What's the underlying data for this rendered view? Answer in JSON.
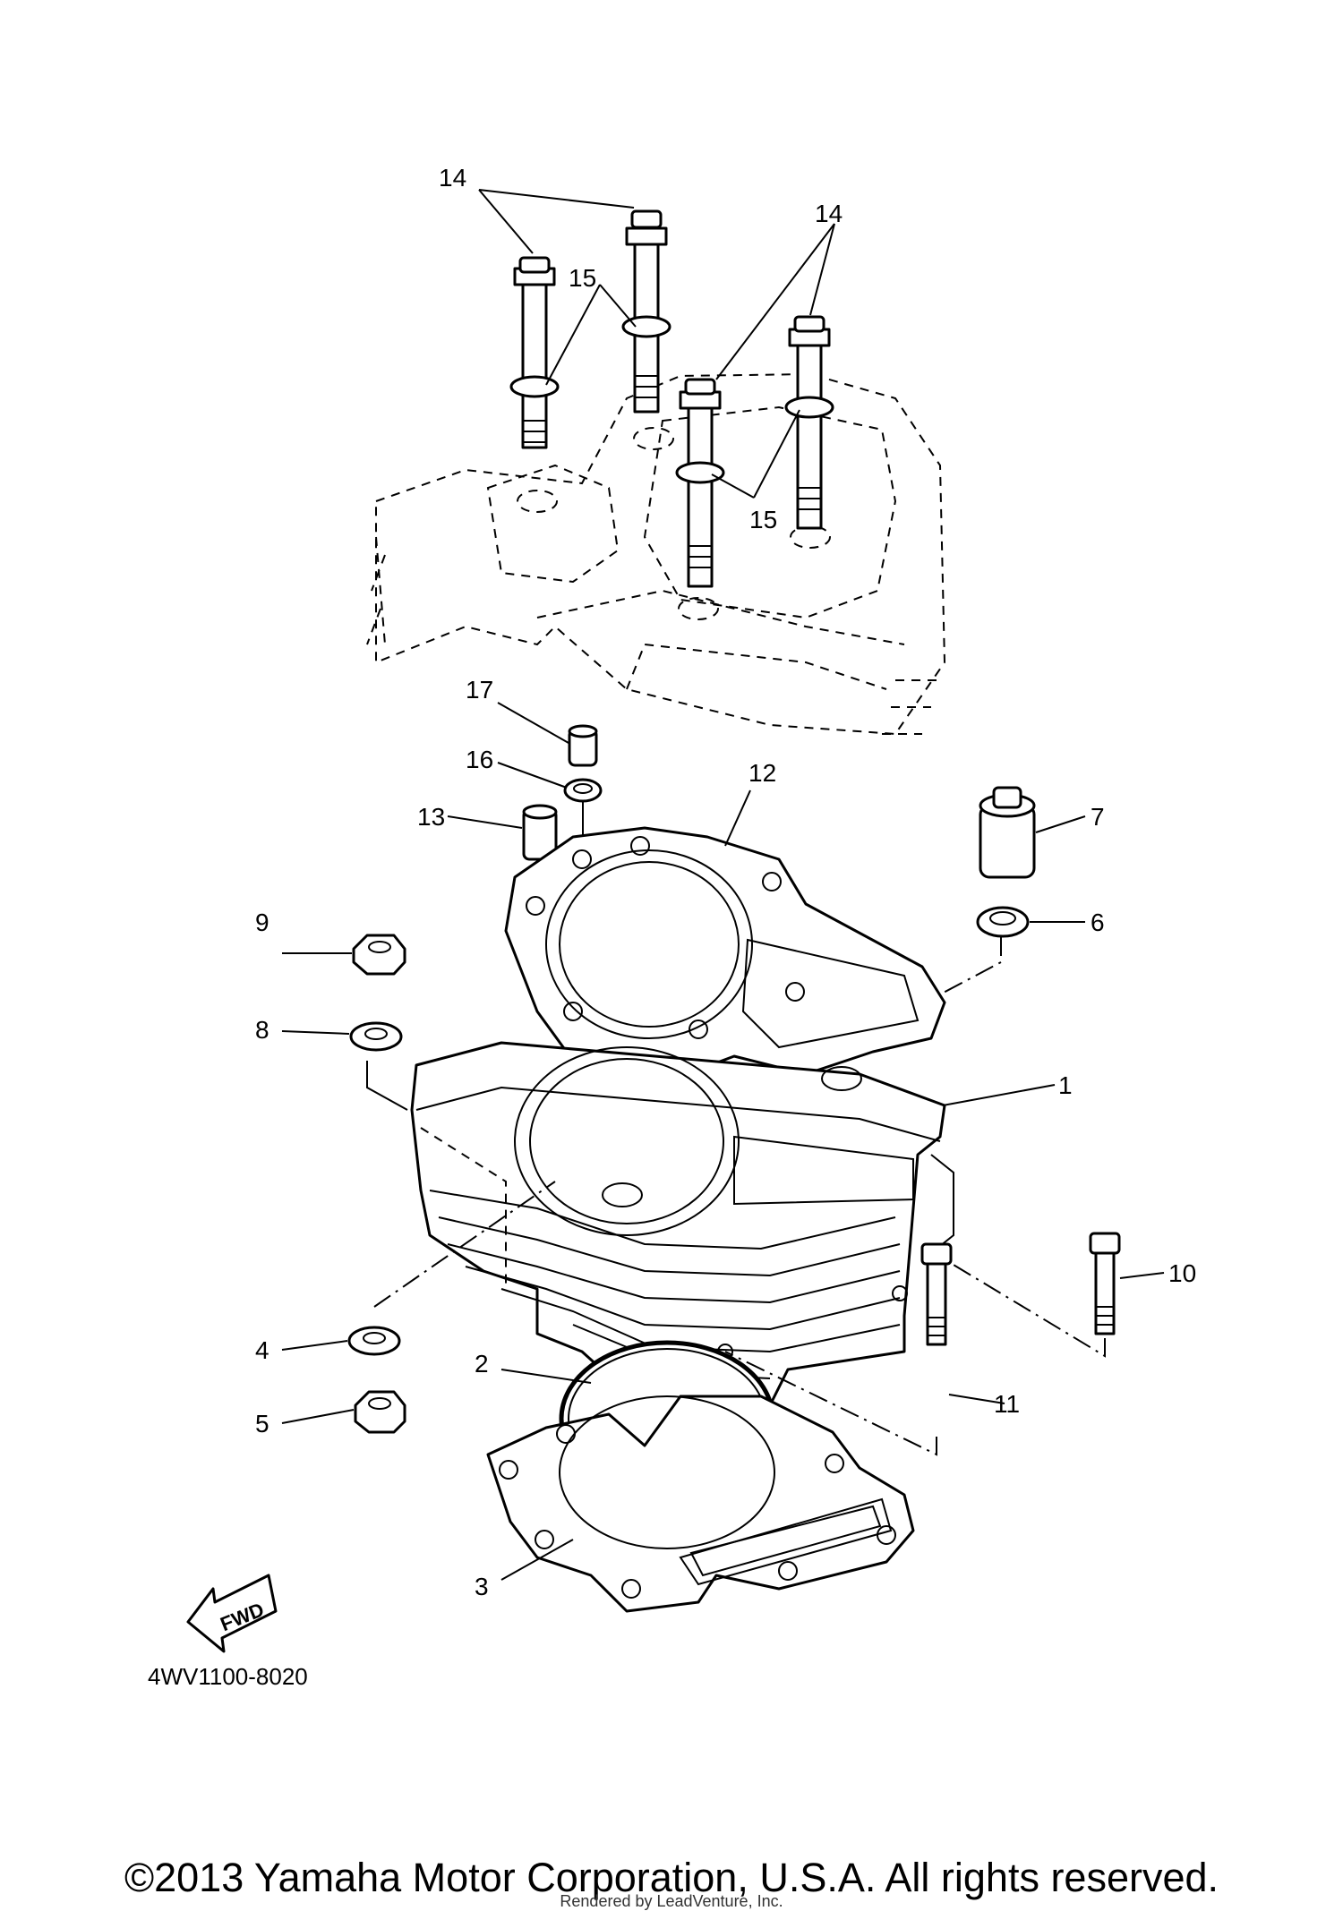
{
  "diagram": {
    "callouts": [
      {
        "id": "c14a",
        "label": "14"
      },
      {
        "id": "c14b",
        "label": "14"
      },
      {
        "id": "c15a",
        "label": "15"
      },
      {
        "id": "c15b",
        "label": "15"
      },
      {
        "id": "c17",
        "label": "17"
      },
      {
        "id": "c16",
        "label": "16"
      },
      {
        "id": "c12",
        "label": "12"
      },
      {
        "id": "c13",
        "label": "13"
      },
      {
        "id": "c7",
        "label": "7"
      },
      {
        "id": "c6",
        "label": "6"
      },
      {
        "id": "c9",
        "label": "9"
      },
      {
        "id": "c8",
        "label": "8"
      },
      {
        "id": "c1",
        "label": "1"
      },
      {
        "id": "c10",
        "label": "10"
      },
      {
        "id": "c4",
        "label": "4"
      },
      {
        "id": "c2",
        "label": "2"
      },
      {
        "id": "c11",
        "label": "11"
      },
      {
        "id": "c5",
        "label": "5"
      },
      {
        "id": "c3",
        "label": "3"
      }
    ],
    "fwd_label": "FWD",
    "reference_code": "4WV1100-8020"
  },
  "footer": {
    "copyright": "©2013 Yamaha Motor Corporation, U.S.A. All rights reserved.",
    "rendered_by": "Rendered by LeadVenture, Inc."
  }
}
